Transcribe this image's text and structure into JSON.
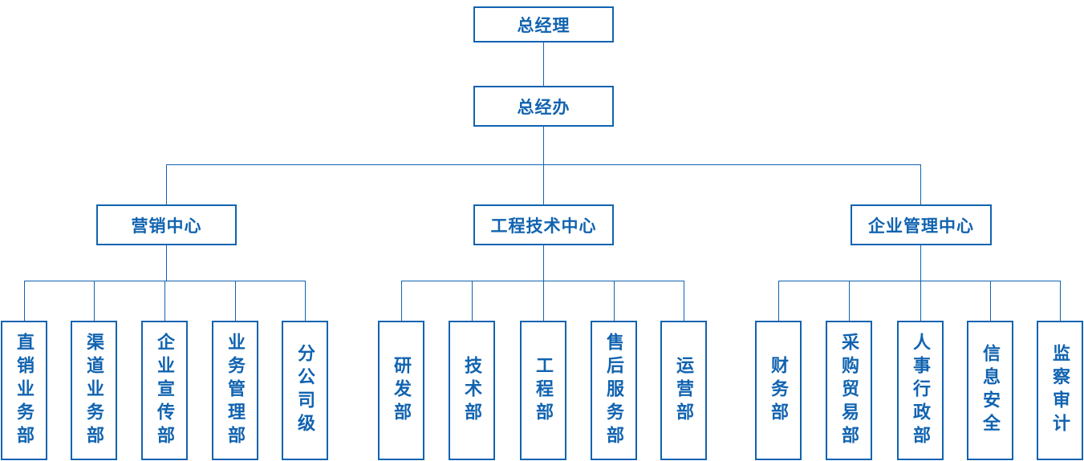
{
  "org": {
    "root": {
      "label": "总经理"
    },
    "office": {
      "label": "总经办"
    },
    "branches": [
      {
        "label": "营销中心",
        "children": [
          "直销业务部",
          "渠道业务部",
          "企业宣传部",
          "业务管理部",
          "分公司级"
        ]
      },
      {
        "label": "工程技术中心",
        "children": [
          "研发部",
          "技术部",
          "工程部",
          "售后服务部",
          "运营部"
        ]
      },
      {
        "label": "企业管理中心",
        "children": [
          "财务部",
          "采购贸易部",
          "人事行政部",
          "信息安全",
          "监察审计"
        ]
      }
    ]
  },
  "colors": {
    "primary": "#1163b0",
    "background": "#ffffff"
  }
}
